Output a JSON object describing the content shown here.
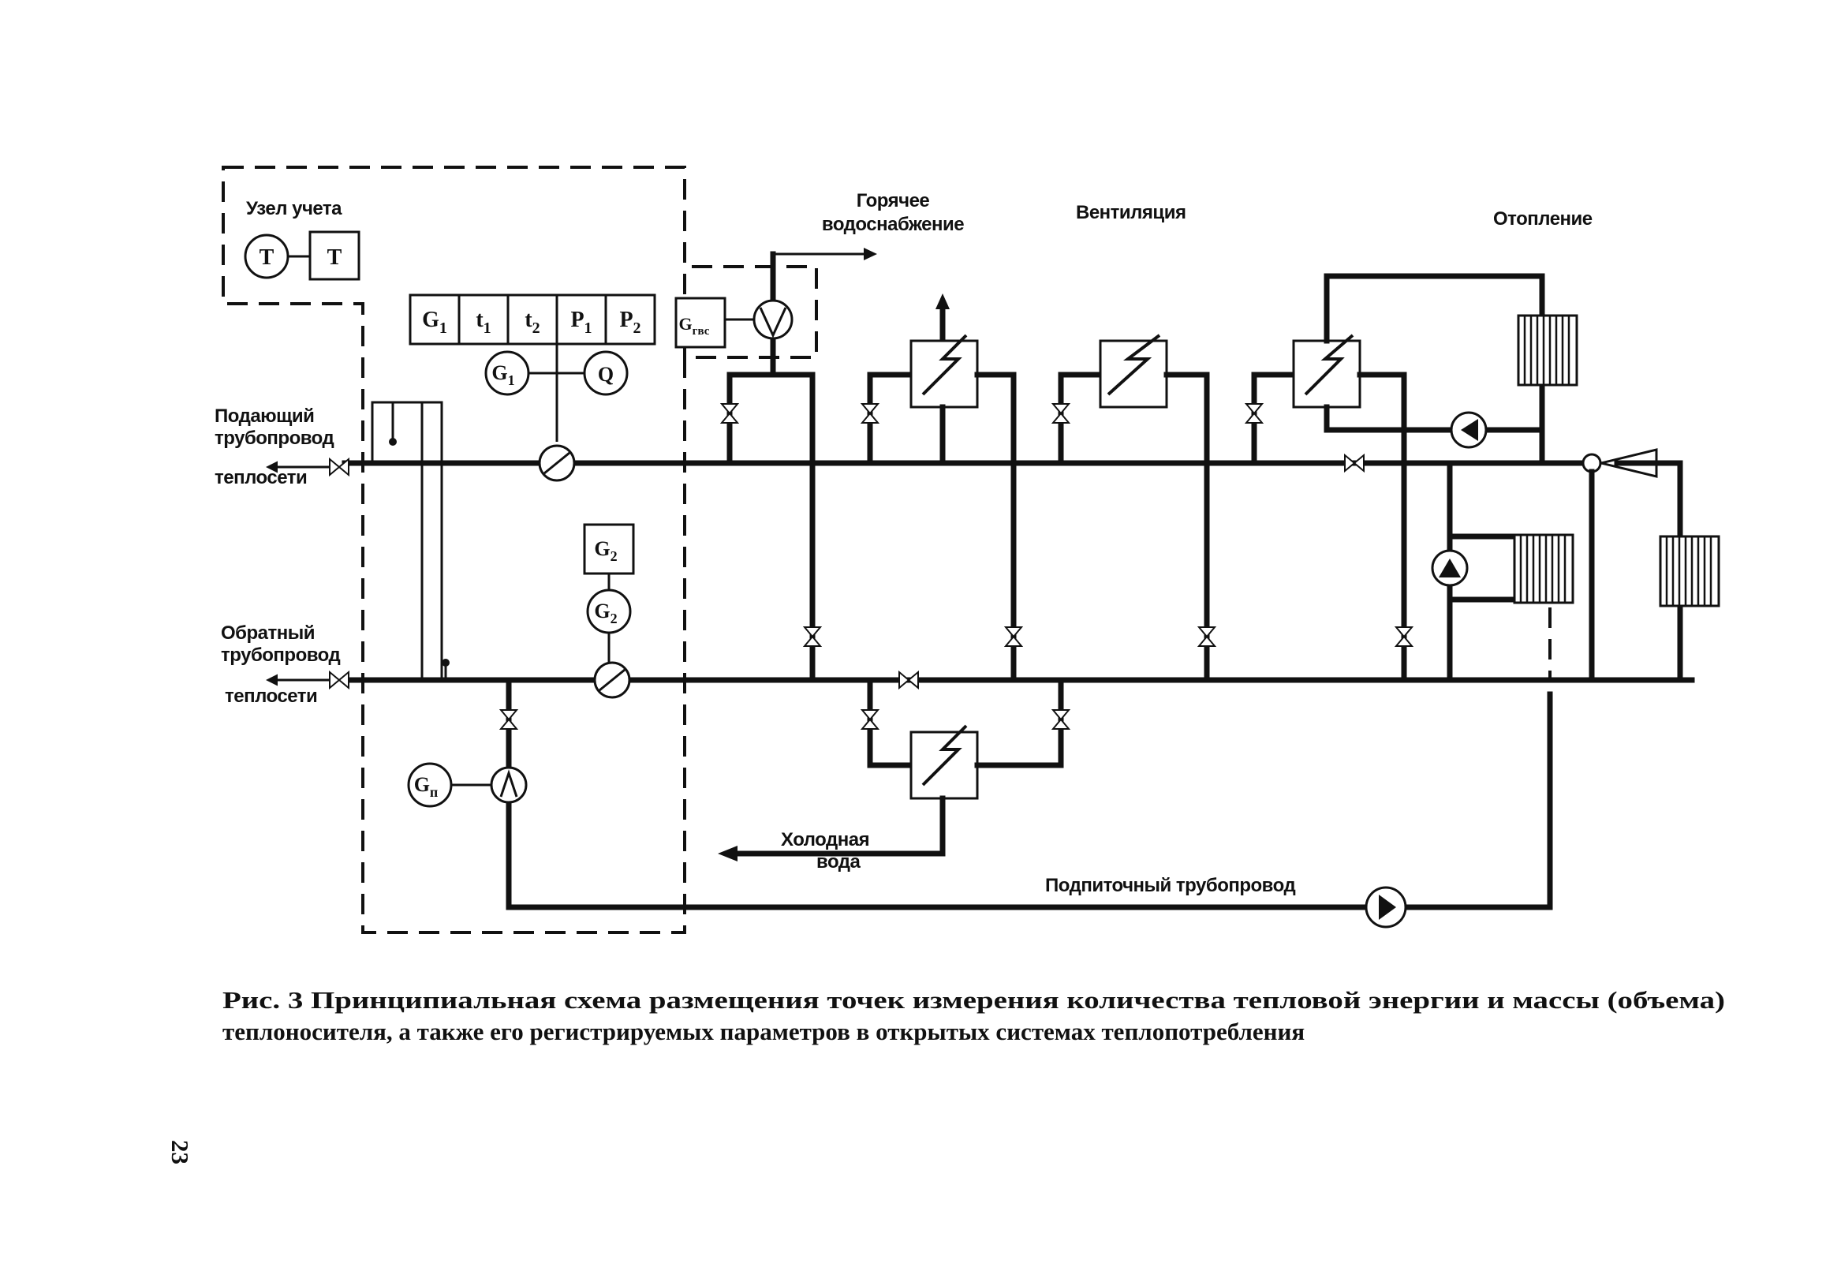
{
  "labels": {
    "metering_unit": "Узел учета",
    "supply_pipe": [
      "Подающий",
      "трубопровод",
      "теплосети"
    ],
    "return_pipe": [
      "Обратный",
      "трубопровод",
      "теплосети"
    ],
    "hot_water": [
      "Горячее",
      "водоснабжение"
    ],
    "ventilation": "Вентиляция",
    "heating": "Отопление",
    "cold_water": [
      "Холодная",
      "вода"
    ],
    "makeup_pipe": "Подпиточный трубопровод"
  },
  "meter_unit": {
    "left": "T",
    "right": "T"
  },
  "register_cells": [
    {
      "main": "G",
      "sub": "1"
    },
    {
      "main": "t",
      "sub": "1"
    },
    {
      "main": "t",
      "sub": "2"
    },
    {
      "main": "P",
      "sub": "1"
    },
    {
      "main": "P",
      "sub": "2"
    }
  ],
  "instruments": {
    "g1": {
      "main": "G",
      "sub": "1"
    },
    "q": {
      "main": "Q",
      "sub": ""
    },
    "g2_box": {
      "main": "G",
      "sub": "2"
    },
    "g2": {
      "main": "G",
      "sub": "2"
    },
    "gp": {
      "main": "G",
      "sub": "п"
    },
    "ghw": {
      "main": "G",
      "sub": "гвс"
    }
  },
  "caption": {
    "line1": "Рис. 3  Принципиальная схема размещения точек измерения количества тепловой энергии и массы (объема)",
    "line2": "теплоносителя, а также его регистрируемых параметров в открытых системах теплопотребления"
  },
  "page_number": "23"
}
